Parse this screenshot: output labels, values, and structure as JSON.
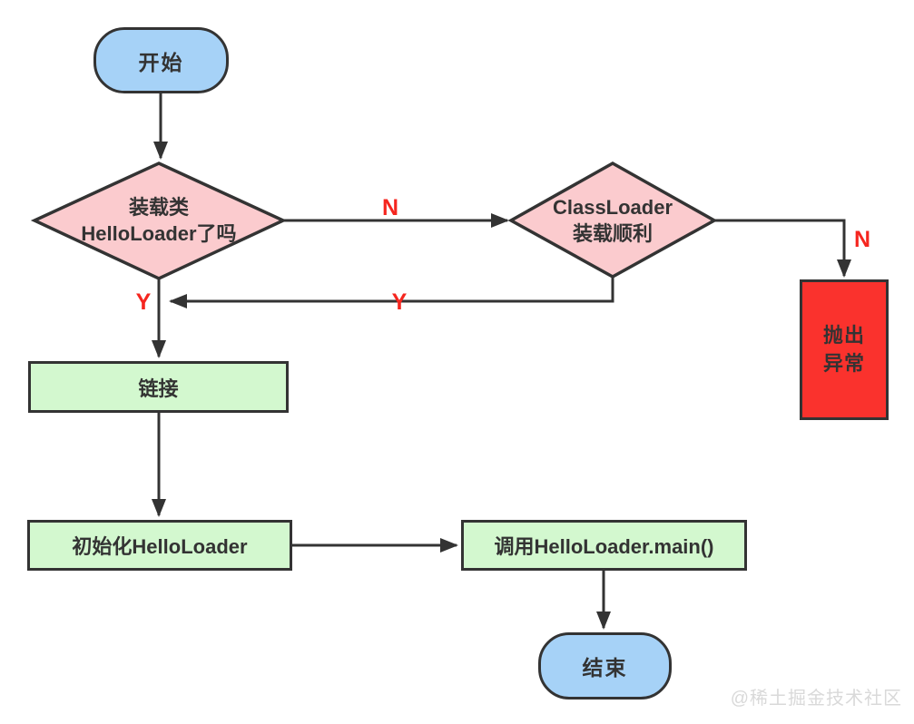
{
  "diagram": {
    "type": "flowchart",
    "nodes": {
      "start": {
        "label": "开始"
      },
      "decision_load": {
        "line1": "装载类",
        "line2": "HelloLoader了吗"
      },
      "decision_classloader": {
        "line1": "ClassLoader",
        "line2": "装载顺利"
      },
      "throw_exception": {
        "line1": "抛出",
        "line2": "异常"
      },
      "link": {
        "label": "链接"
      },
      "init": {
        "label": "初始化HelloLoader"
      },
      "call_main": {
        "label": "调用HelloLoader.main()"
      },
      "end": {
        "label": "结束"
      }
    },
    "edge_labels": {
      "load_no": "N",
      "load_yes": "Y",
      "classloader_yes": "Y",
      "classloader_no": "N"
    },
    "colors": {
      "terminal_fill": "#a6d2f7",
      "decision_fill": "#fbcbce",
      "process_fill": "#d3f8cf",
      "exception_fill": "#fa322d",
      "stroke": "#333333",
      "edge_label_red": "#f5261f",
      "watermark_gray": "#d9d9d9"
    },
    "watermark": "@稀土掘金技术社区"
  }
}
